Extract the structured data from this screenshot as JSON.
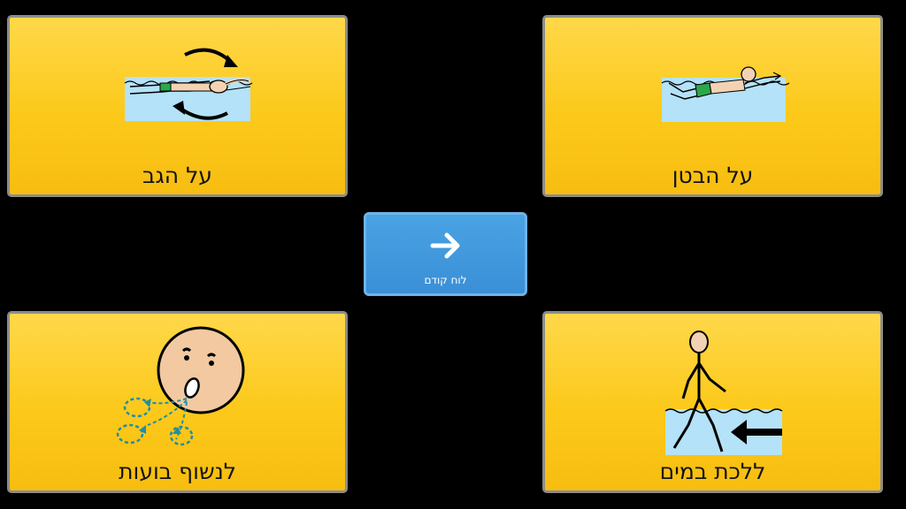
{
  "board": {
    "tiles": [
      {
        "label": "על הגב",
        "icon": "backstroke-swimmer-icon"
      },
      {
        "label": "על הבטן",
        "icon": "front-crawl-swimmer-icon"
      },
      {
        "label": "לנשוף בועות",
        "icon": "blowing-bubbles-face-icon"
      },
      {
        "label": "ללכת במים",
        "icon": "walking-in-water-icon"
      }
    ],
    "nav_button": {
      "label": "לוח קודם",
      "icon": "arrow-right-icon"
    }
  },
  "colors": {
    "tile_yellow": "#fcc91a",
    "tile_border": "#8c8c8c",
    "nav_blue": "#3a8fd6",
    "water_blue": "#b4e2f8",
    "background": "#000000"
  }
}
